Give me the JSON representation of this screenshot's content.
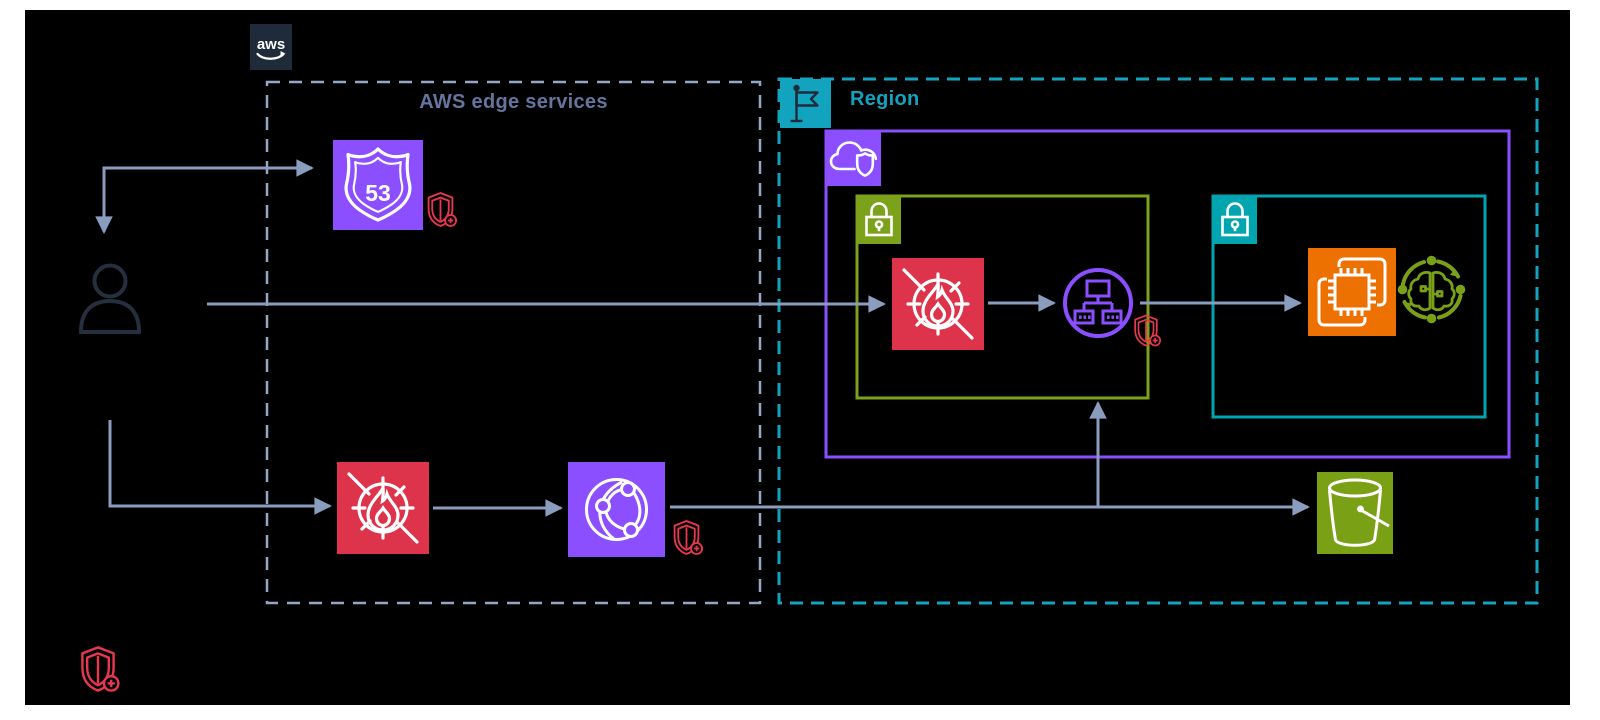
{
  "diagram": {
    "title_implicit": "AWS edge architecture diagram",
    "logo": {
      "text": "aws",
      "background": "#1F2B3B"
    },
    "groups": {
      "edge_services": {
        "label": "AWS edge services",
        "border_color": "#95A7C5",
        "label_color": "#64759E",
        "border_style": "dashed"
      },
      "region": {
        "label": "Region",
        "color": "#12A3BF",
        "border_style": "dashed",
        "icon": "region-flag-icon"
      },
      "vpc": {
        "color": "#8C4FFF",
        "icon": "vpc-cloud-shield-icon"
      },
      "public_subnet": {
        "color": "#7CA11B",
        "icon": "lock-icon"
      },
      "private_subnet": {
        "color": "#00A5B0",
        "icon": "lock-icon"
      }
    },
    "nodes": {
      "user": {
        "icon": "user-icon",
        "color": "#252F3E"
      },
      "route53": {
        "icon": "route-53-icon",
        "label": "53",
        "color": "#8C4FFF"
      },
      "edge_firewall": {
        "icon": "firewall-icon",
        "color": "#DD344C"
      },
      "cloudfront": {
        "icon": "cloudfront-globe-icon",
        "color": "#8C4FFF"
      },
      "subnet_firewall": {
        "icon": "firewall-icon",
        "color": "#DD344C"
      },
      "load_balancer": {
        "icon": "load-balancer-icon",
        "color": "#8C4FFF"
      },
      "ec2": {
        "icon": "ec2-chip-icon",
        "color": "#ED7100"
      },
      "machine_learning": {
        "icon": "machine-learning-brain-icon",
        "color": "#7AA116"
      },
      "s3_bucket": {
        "icon": "s3-bucket-icon",
        "color": "#7AA116"
      },
      "shield_badge": {
        "icon": "shield-plus-icon",
        "color": "#E8384F"
      }
    },
    "connectors": {
      "color": "#8A9DBE"
    },
    "canvas": {
      "background": "#000000",
      "page_background": "#FFFFFF"
    }
  }
}
